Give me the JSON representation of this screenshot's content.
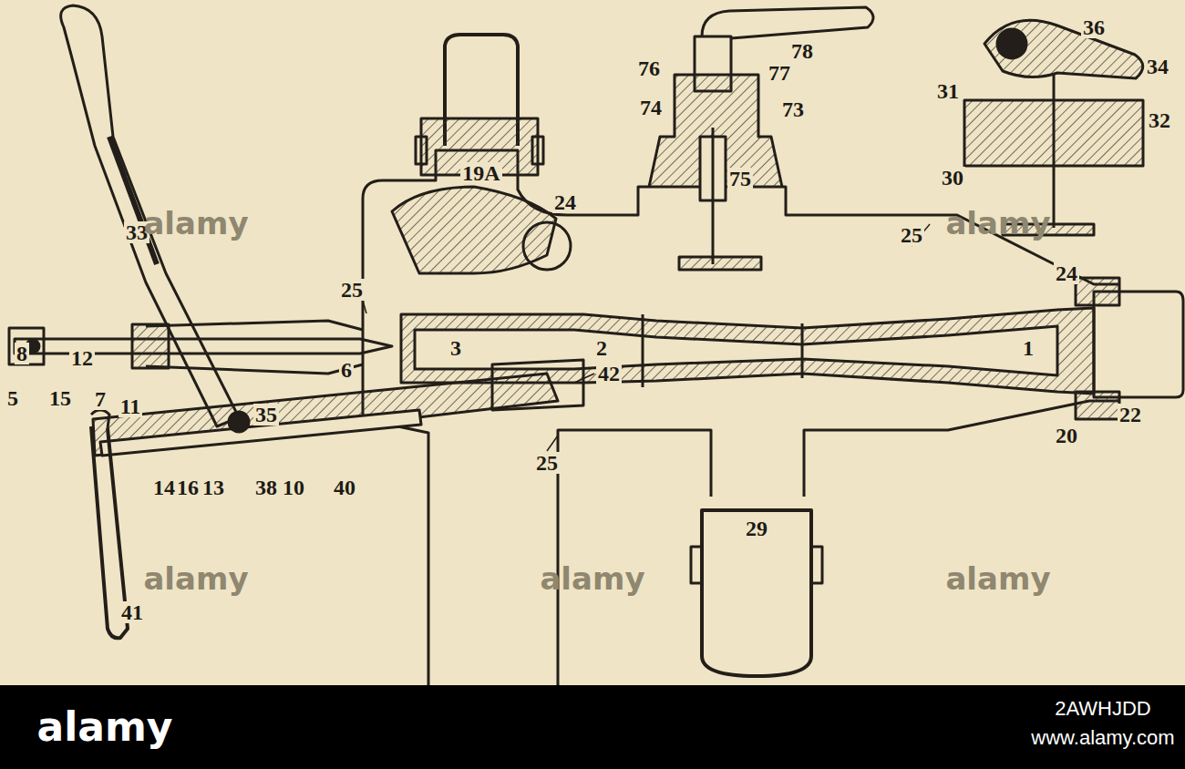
{
  "diagram": {
    "labels": [
      "33",
      "8",
      "12",
      "6",
      "25",
      "19A",
      "24",
      "78",
      "76",
      "77",
      "74",
      "73",
      "75",
      "36",
      "34",
      "31",
      "32",
      "30",
      "25",
      "24",
      "5",
      "15",
      "7",
      "11",
      "3",
      "2",
      "1",
      "35",
      "42",
      "20",
      "22",
      "25",
      "29",
      "14",
      "16",
      "13",
      "38",
      "10",
      "40",
      "41",
      "alamy",
      "alamy",
      "alamy",
      "alamy",
      "alamy",
      "alamy",
      "2AWHJDD",
      "www.alamy.com"
    ]
  }
}
